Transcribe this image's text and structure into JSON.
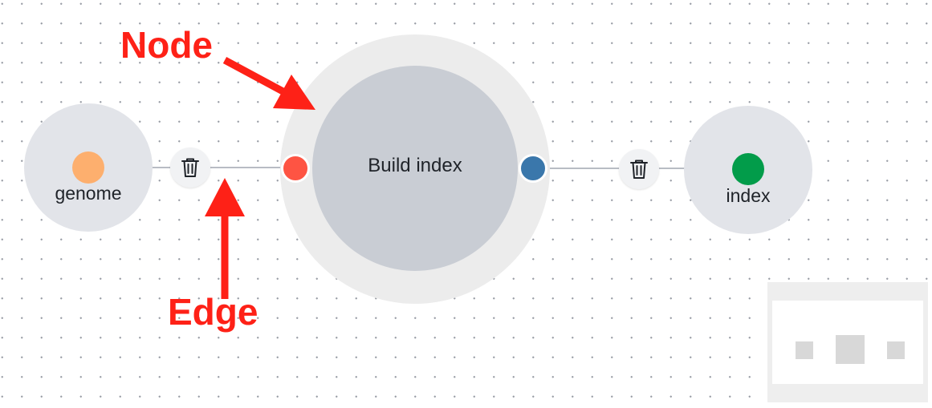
{
  "workflow": {
    "nodes": {
      "input": {
        "label": "genome",
        "dot_color": "#fdaf6e"
      },
      "step": {
        "label": "Build index",
        "input_port_color": "#fe5443",
        "output_port_color": "#3a77ab"
      },
      "output": {
        "label": "index",
        "dot_color": "#029c4a"
      }
    },
    "edge_delete_icon": "trash-icon"
  },
  "annotations": {
    "node_label": "Node",
    "edge_label": "Edge",
    "color": "#fe2117"
  },
  "minimap": {
    "label": ""
  }
}
